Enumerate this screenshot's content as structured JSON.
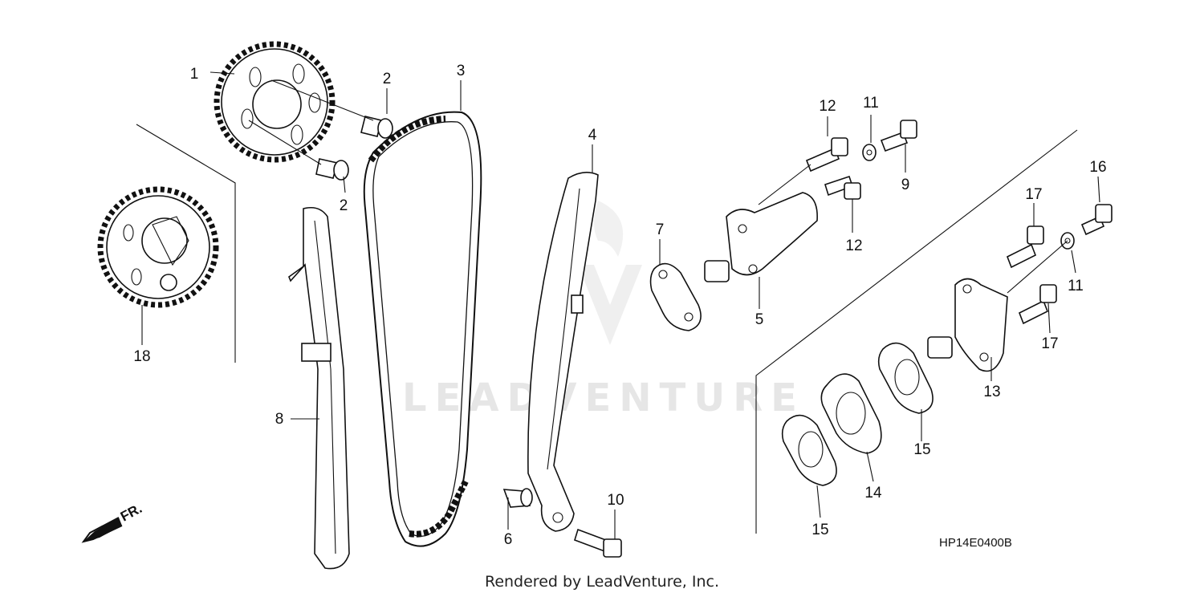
{
  "diagram": {
    "callouts": [
      {
        "id": "c1",
        "label": "1"
      },
      {
        "id": "c2a",
        "label": "2"
      },
      {
        "id": "c2b",
        "label": "2"
      },
      {
        "id": "c3",
        "label": "3"
      },
      {
        "id": "c4",
        "label": "4"
      },
      {
        "id": "c5",
        "label": "5"
      },
      {
        "id": "c6",
        "label": "6"
      },
      {
        "id": "c7",
        "label": "7"
      },
      {
        "id": "c8",
        "label": "8"
      },
      {
        "id": "c9",
        "label": "9"
      },
      {
        "id": "c10",
        "label": "10"
      },
      {
        "id": "c11a",
        "label": "11"
      },
      {
        "id": "c11b",
        "label": "11"
      },
      {
        "id": "c12a",
        "label": "12"
      },
      {
        "id": "c12b",
        "label": "12"
      },
      {
        "id": "c13",
        "label": "13"
      },
      {
        "id": "c14",
        "label": "14"
      },
      {
        "id": "c15a",
        "label": "15"
      },
      {
        "id": "c15b",
        "label": "15"
      },
      {
        "id": "c16",
        "label": "16"
      },
      {
        "id": "c17a",
        "label": "17"
      },
      {
        "id": "c17b",
        "label": "17"
      },
      {
        "id": "c18",
        "label": "18"
      }
    ],
    "front_marker": "FR.",
    "reference_code": "HP14E0400B",
    "watermark": "LEADVENTURE"
  },
  "footer": {
    "text": "Rendered by LeadVenture, Inc."
  }
}
